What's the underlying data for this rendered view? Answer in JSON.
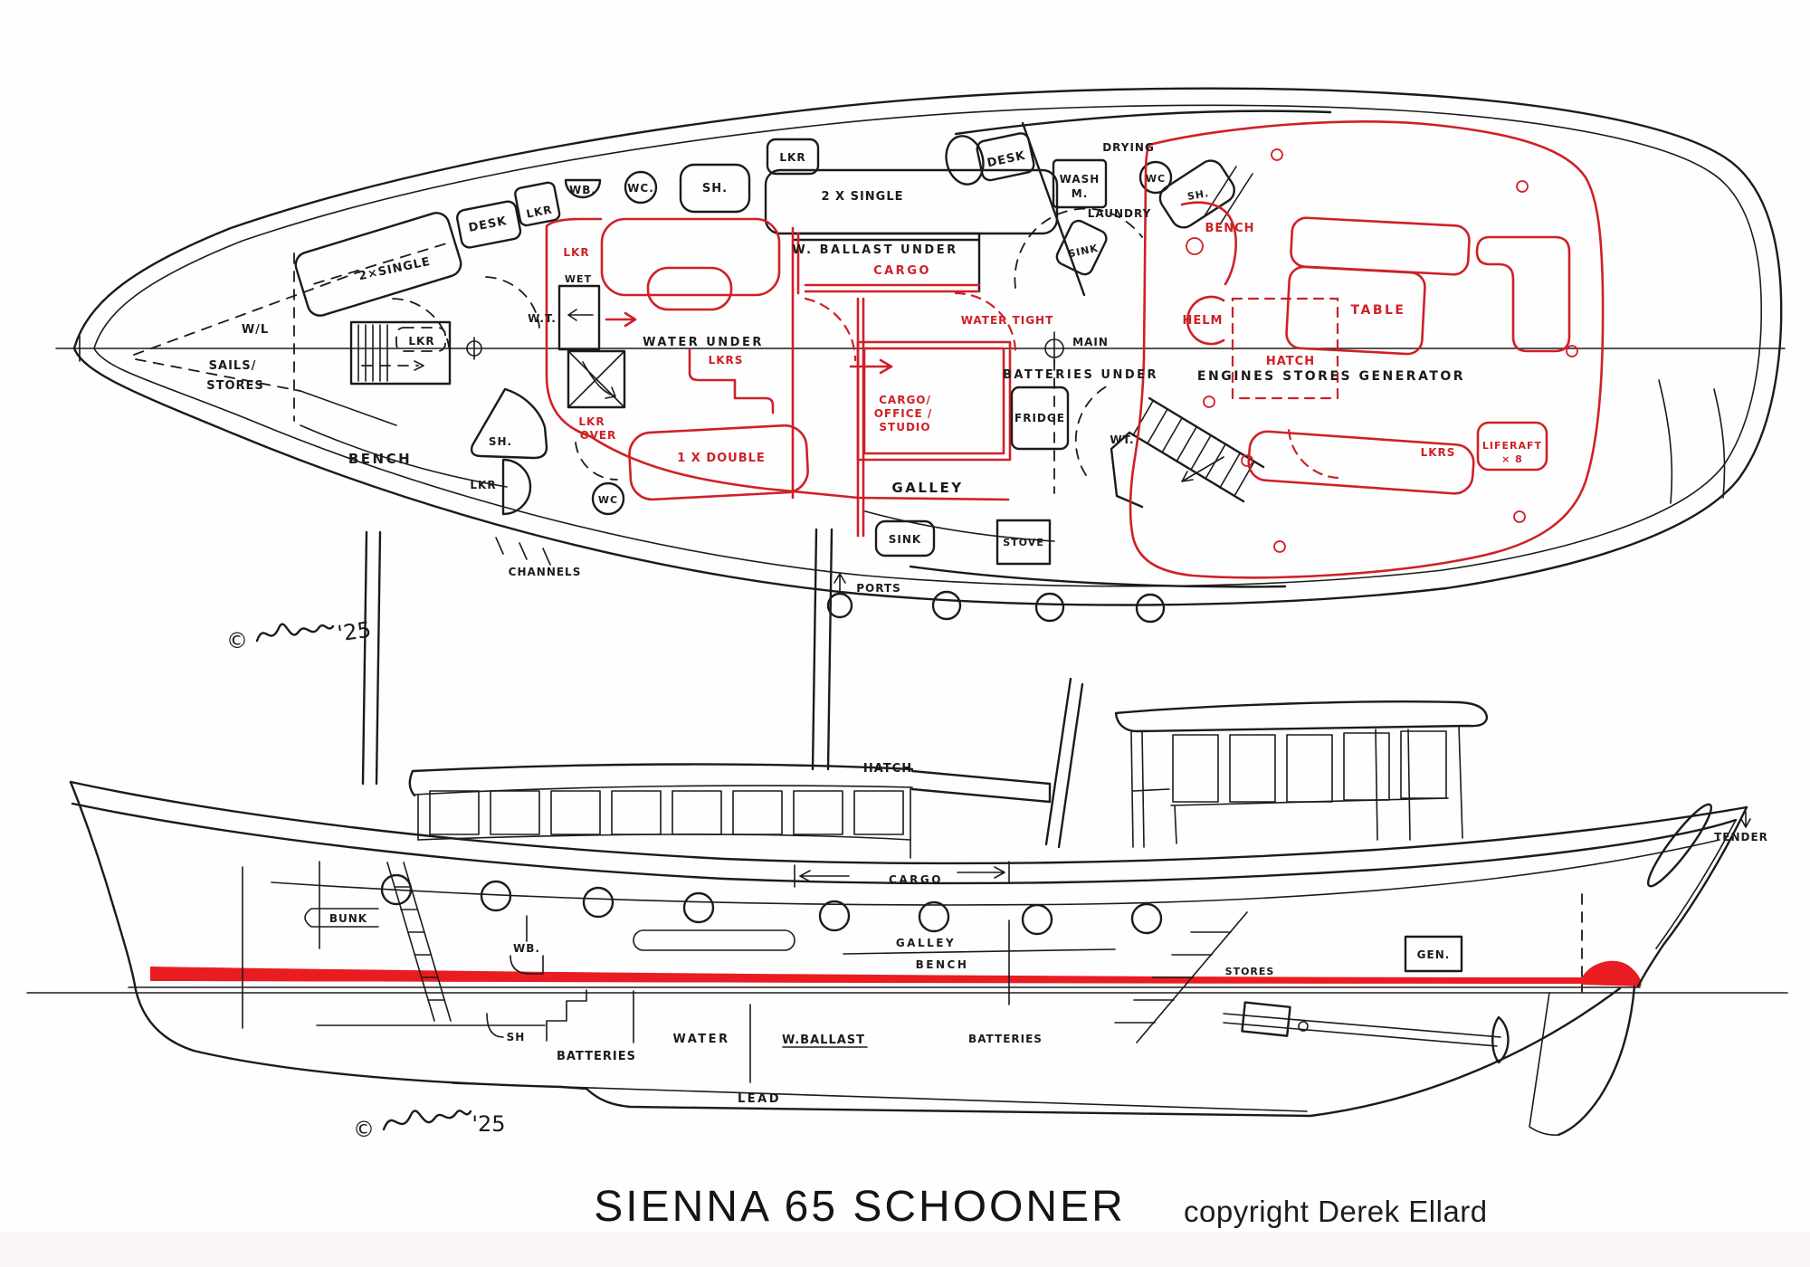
{
  "title": {
    "name": "SIENNA 65 SCHOONER",
    "copyright": "copyright Derek Ellard"
  },
  "signature": {
    "symbol": "©",
    "year": "'25"
  },
  "colors": {
    "ink": "#1b1b1b",
    "red": "#ce2127",
    "boot_stripe": "#e91c22"
  },
  "plan": {
    "wl": "W/L",
    "sails1": "SAILS/",
    "sails2": "STORES",
    "single_fwd": "2×SINGLE",
    "desk_fwd": "DESK",
    "lkr_desk": "LKR",
    "wb_fwd": "WB.",
    "wc_fwd": "WC.",
    "sh_fwd": "SH.",
    "lkr_top": "LKR",
    "single_mid": "2 X SINGLE",
    "lkr_red": "LKR",
    "wet": "WET",
    "wt_fwd": "W.T.",
    "lkr_ladder": "LKR",
    "water_under": "WATER  UNDER",
    "wballast_under": "W. BALLAST  UNDER",
    "cargo": "CARGO",
    "lkrs_fwd": "LKRS",
    "cos1": "CARGO/",
    "cos2": "OFFICE /",
    "cos3": "STUDIO",
    "lkr_over1": "LKR",
    "lkr_over2": "OVER",
    "double": "1 X DOUBLE",
    "wc_mid": "WC",
    "sh_port": "SH.",
    "lkr_port": "LKR",
    "bench_fwd": "BENCH",
    "channels": "CHANNELS",
    "ports": "PORTS",
    "batteries_under": "BATTERIES  UNDER",
    "fridge": "FRIDGE",
    "wt_aft": "WT.",
    "galley": "GALLEY",
    "sink_galley": "SINK",
    "stove": "STOVE",
    "main": "MAIN",
    "desk_aft": "DESK",
    "drying": "DRYING",
    "washm1": "WASH",
    "washm2": "M.",
    "wc_aft": "WC",
    "sh_aft": "SH.",
    "laundry": "LAUNDRY",
    "sink_laundry": "SINK",
    "bench_aft": "BENCH",
    "helm": "HELM",
    "table": "TABLE",
    "hatch": "HATCH",
    "engines": "ENGINES   STORES   GENERATOR",
    "watertight": "WATER  TIGHT",
    "lkrs_aft": "LKRS",
    "liferaft1": "LIFERAFT",
    "liferaft2": "× 8"
  },
  "profile": {
    "hatch": "HATCH",
    "cargo": "CARGO",
    "bunk": "BUNK",
    "wb": "WB.",
    "galley": "GALLEY",
    "bench": "BENCH",
    "stores": "STORES",
    "gen": "GEN.",
    "tender": "TENDER",
    "sh": "SH",
    "batteries_fwd": "BATTERIES",
    "water": "WATER",
    "wballast": "W.BALLAST",
    "batteries_aft": "BATTERIES",
    "lead": "LEAD"
  }
}
